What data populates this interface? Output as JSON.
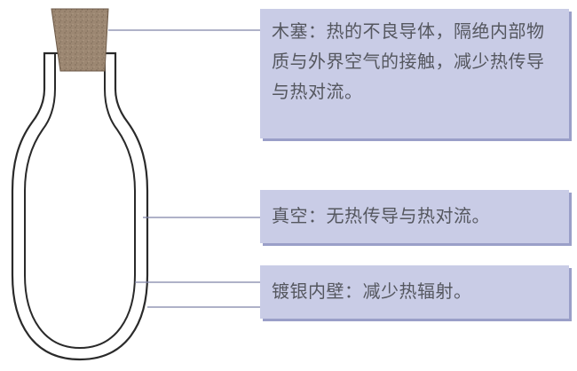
{
  "labels": {
    "cork": "木塞：热的不良导体，隔绝内部物质与外界空气的接触，减少热传导与热对流。",
    "vacuum": "真空：无热传导与热对流。",
    "silver_wall": "镀银内壁：减少热辐射。"
  },
  "colors": {
    "box_fill": "#c9cce6",
    "box_shadow": "#9a9fc8",
    "cork": "#9c8772",
    "outline": "#2a2a2a",
    "leader_line": "#7f84a8",
    "text": "#55575f"
  }
}
